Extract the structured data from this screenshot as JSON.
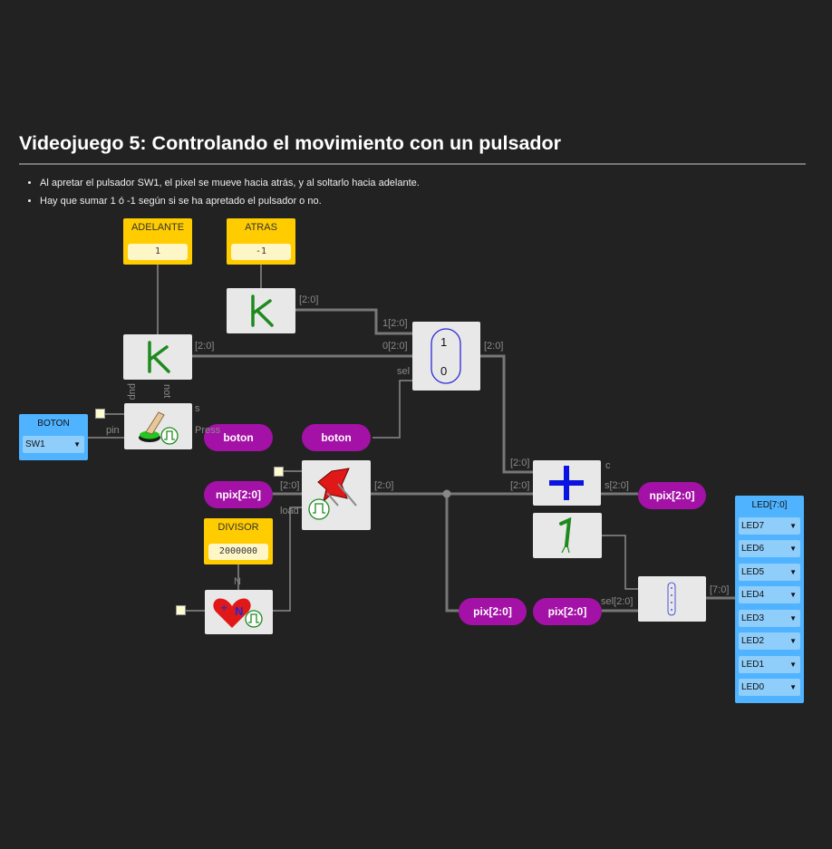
{
  "title": "Videojuego 5: Controlando el movimiento con un pulsador",
  "bullets": [
    "Al apretar el pulsador SW1, el pixel se mueve hacia atrás, y al soltarlo hacia adelante.",
    "Hay que sumar 1 ó -1 según si se ha apretado el pulsador o no."
  ],
  "constants": {
    "adelante": {
      "title": "ADELANTE",
      "value": "1"
    },
    "atras": {
      "title": "ATRAS",
      "value": "-1"
    },
    "divisor": {
      "title": "DIVISOR",
      "value": "2000000"
    }
  },
  "input_boton": {
    "title": "BOTON",
    "selected": "SW1"
  },
  "output_led": {
    "title": "LED[7:0]",
    "items": [
      "LED7",
      "LED6",
      "LED5",
      "LED4",
      "LED3",
      "LED2",
      "LED1",
      "LED0"
    ]
  },
  "pills": {
    "boton_out": "boton",
    "boton_in": "boton",
    "npix_in": "npix[2:0]",
    "npix_out": "npix[2:0]",
    "pix_a": "pix[2:0]",
    "pix_b": "pix[2:0]"
  },
  "mux": {
    "in1": "1",
    "in0": "0"
  },
  "labels": {
    "k_atras_out": "[2:0]",
    "mux_in1": "1[2:0]",
    "k_adelante_out": "[2:0]",
    "mux_in0": "0[2:0]",
    "mux_out": "[2:0]",
    "mux_sel": "sel",
    "pull_up": "pup",
    "not": "not",
    "s": "s",
    "pin": "pin",
    "press": "Press",
    "reg_in": "[2:0]",
    "reg_out": "[2:0]",
    "load": "load",
    "divisor_n": "N",
    "add_a": "[2:0]",
    "add_b": "[2:0]",
    "carry": "c",
    "sum": "s[2:0]",
    "dec_sel": "sel[2:0]",
    "dec_out": "[7:0]"
  },
  "colors": {
    "background": "#222222",
    "constant": "#ffcc00",
    "block": "#e8e8e8",
    "pill": "#a411a6",
    "io": "#4fb3ff",
    "wire": "#777777"
  }
}
